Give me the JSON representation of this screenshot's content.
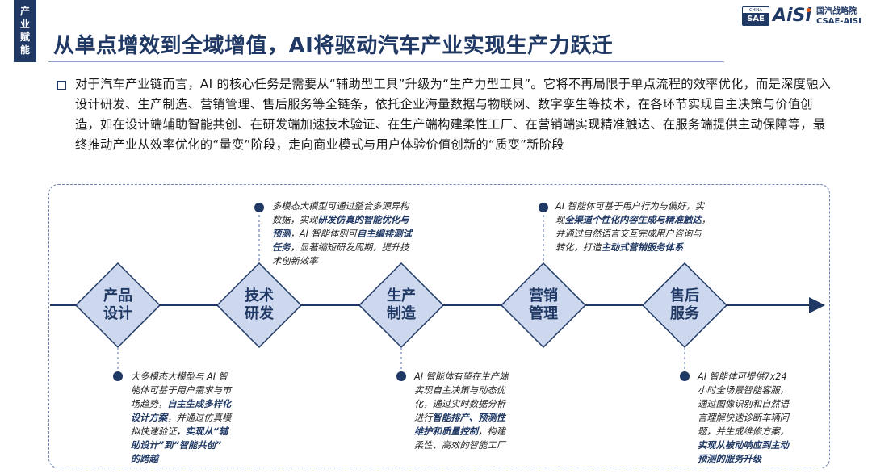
{
  "side_tab": [
    "产",
    "业",
    "赋",
    "能"
  ],
  "title": "从单点增效到全域增值，AI将驱动汽车产业实现生产力跃迁",
  "logo": {
    "sae_top": "CHINA",
    "sae": "SAE",
    "aisi": "AiSi",
    "org_line1": "国汽战略院",
    "org_line2": "CSAE-AISI"
  },
  "intro": "对于汽车产业链而言，AI 的核心任务是需要从“辅助型工具”升级为“生产力型工具”。它将不再局限于单点流程的效率优化，而是深度融入设计研发、生产制造、营销管理、售后服务等全链条，依托企业海量数据与物联网、数字孪生等技术，在各环节实现自主决策与价值创造，如在设计端辅助智能共创、在研发端加速技术验证、在生产端构建柔性工厂、在营销端实现精准触达、在服务端提供主动保障等，最终推动产业从效率优化的“量变”阶段，走向商业模式与用户体验价值创新的“质变”新阶段",
  "stages": [
    {
      "line1": "产品",
      "line2": "设计"
    },
    {
      "line1": "技术",
      "line2": "研发"
    },
    {
      "line1": "生产",
      "line2": "制造"
    },
    {
      "line1": "营销",
      "line2": "管理"
    },
    {
      "line1": "售后",
      "line2": "服务"
    }
  ],
  "notes": {
    "design": [
      {
        "t": "大多模态大模型与 AI 智",
        "b": false
      },
      {
        "t": "能体可基于用户需求与市",
        "b": false
      },
      {
        "t": "场趋势，",
        "b": false,
        "tb": "自主生成多样化"
      },
      {
        "t": "",
        "b": false,
        "tb": "设计方案",
        "ta": "，并通过仿真模"
      },
      {
        "t": "拟快速验证，",
        "b": false,
        "tb": "实现从“辅"
      },
      {
        "t": "",
        "b": false,
        "tb": "助设计”到“智能共创”"
      },
      {
        "t": "",
        "b": false,
        "tb": "的跨越"
      }
    ],
    "rnd": [
      {
        "t": "多模态大模型可通过整合多源异构"
      },
      {
        "t": "数据，实现",
        "tb": "研发仿真的智能优化与"
      },
      {
        "t": "",
        "tb": "预测",
        "ta": "，AI 智能体则可"
      },
      {
        "t": "",
        "tb": "任务",
        "ta": "，显著缩短研发周期，提升技"
      },
      {
        "t": "术创新效率"
      }
    ],
    "rnd_extra": "自主编排测试",
    "mfg": [
      {
        "t": "AI 智能体有望在生产端"
      },
      {
        "t": "实现自主决策与动态优"
      },
      {
        "t": "化，通过实时数据分析"
      },
      {
        "t": "进行",
        "tb": "智能排产、预测性"
      },
      {
        "t": "",
        "tb": "维护和质量控制",
        "ta": "，构建"
      },
      {
        "t": "柔性、高效的智能工厂"
      }
    ],
    "mkt": [
      {
        "t": "AI 智能体可基于用户行为与偏好，实"
      },
      {
        "t": "现",
        "tb": "全渠道个性化内容生成与精准触达",
        "ta": "，"
      },
      {
        "t": "并通过自然语言交互完成用户咨询与"
      },
      {
        "t": "转化，打造",
        "tb": "主动式营销服务体系"
      }
    ],
    "svc": [
      {
        "t": "AI 智能体可提供7x24"
      },
      {
        "t": "小时全场景智能客服，"
      },
      {
        "t": "通过图像识别和自然语"
      },
      {
        "t": "言理解快速诊断车辆问"
      },
      {
        "t": "题，并生成维修方案，"
      },
      {
        "t": "",
        "tb": "实现从被动响应到主动"
      },
      {
        "t": "",
        "tb": "预测的服务升级"
      }
    ]
  },
  "colors": {
    "navy": "#1f3864",
    "diamond_fill": "#cdd8ee",
    "dash": "#6f85b8"
  }
}
